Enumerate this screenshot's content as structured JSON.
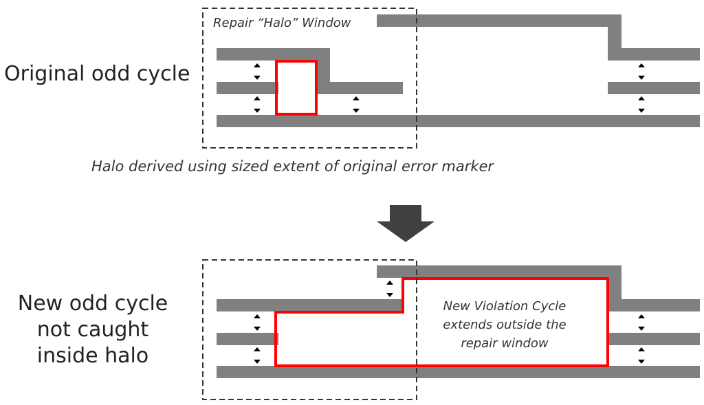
{
  "labels": {
    "original": "Original odd cycle",
    "new_line1": "New odd cycle",
    "new_line2": "not caught",
    "new_line3": "inside halo",
    "halo_window": "Repair “Halo” Window",
    "halo_note": "Halo derived using sized extent of original error marker",
    "violation_line1": "New Violation Cycle",
    "violation_line2": "extends outside the",
    "violation_line3": "repair window"
  },
  "colors": {
    "metal": "#808080",
    "error_marker": "#ff0000",
    "halo_outline": "#333333",
    "flow_arrow": "#404040"
  },
  "icons": {
    "spacing_marker": "double-headed-vertical-arrow-icon",
    "flow": "down-arrow-icon"
  }
}
